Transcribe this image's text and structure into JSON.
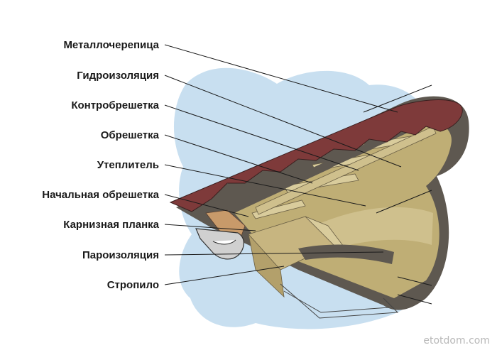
{
  "diagram": {
    "labels": [
      "Металлочерепица",
      "Гидроизоляция",
      "Контробрешетка",
      "Обрешетка",
      "Утеплитель",
      "Начальная обрешетка",
      "Карнизная планка",
      "Пароизоляция",
      "Стропило"
    ]
  },
  "watermark": "etotdom.com",
  "colors": {
    "roofing": "#7e3a3a",
    "wood": "#cfc08d",
    "insulation": "#bfae75",
    "membrane": "#5e5850",
    "blob": "#c8dff0",
    "drip_edge": "#c89a6a"
  }
}
